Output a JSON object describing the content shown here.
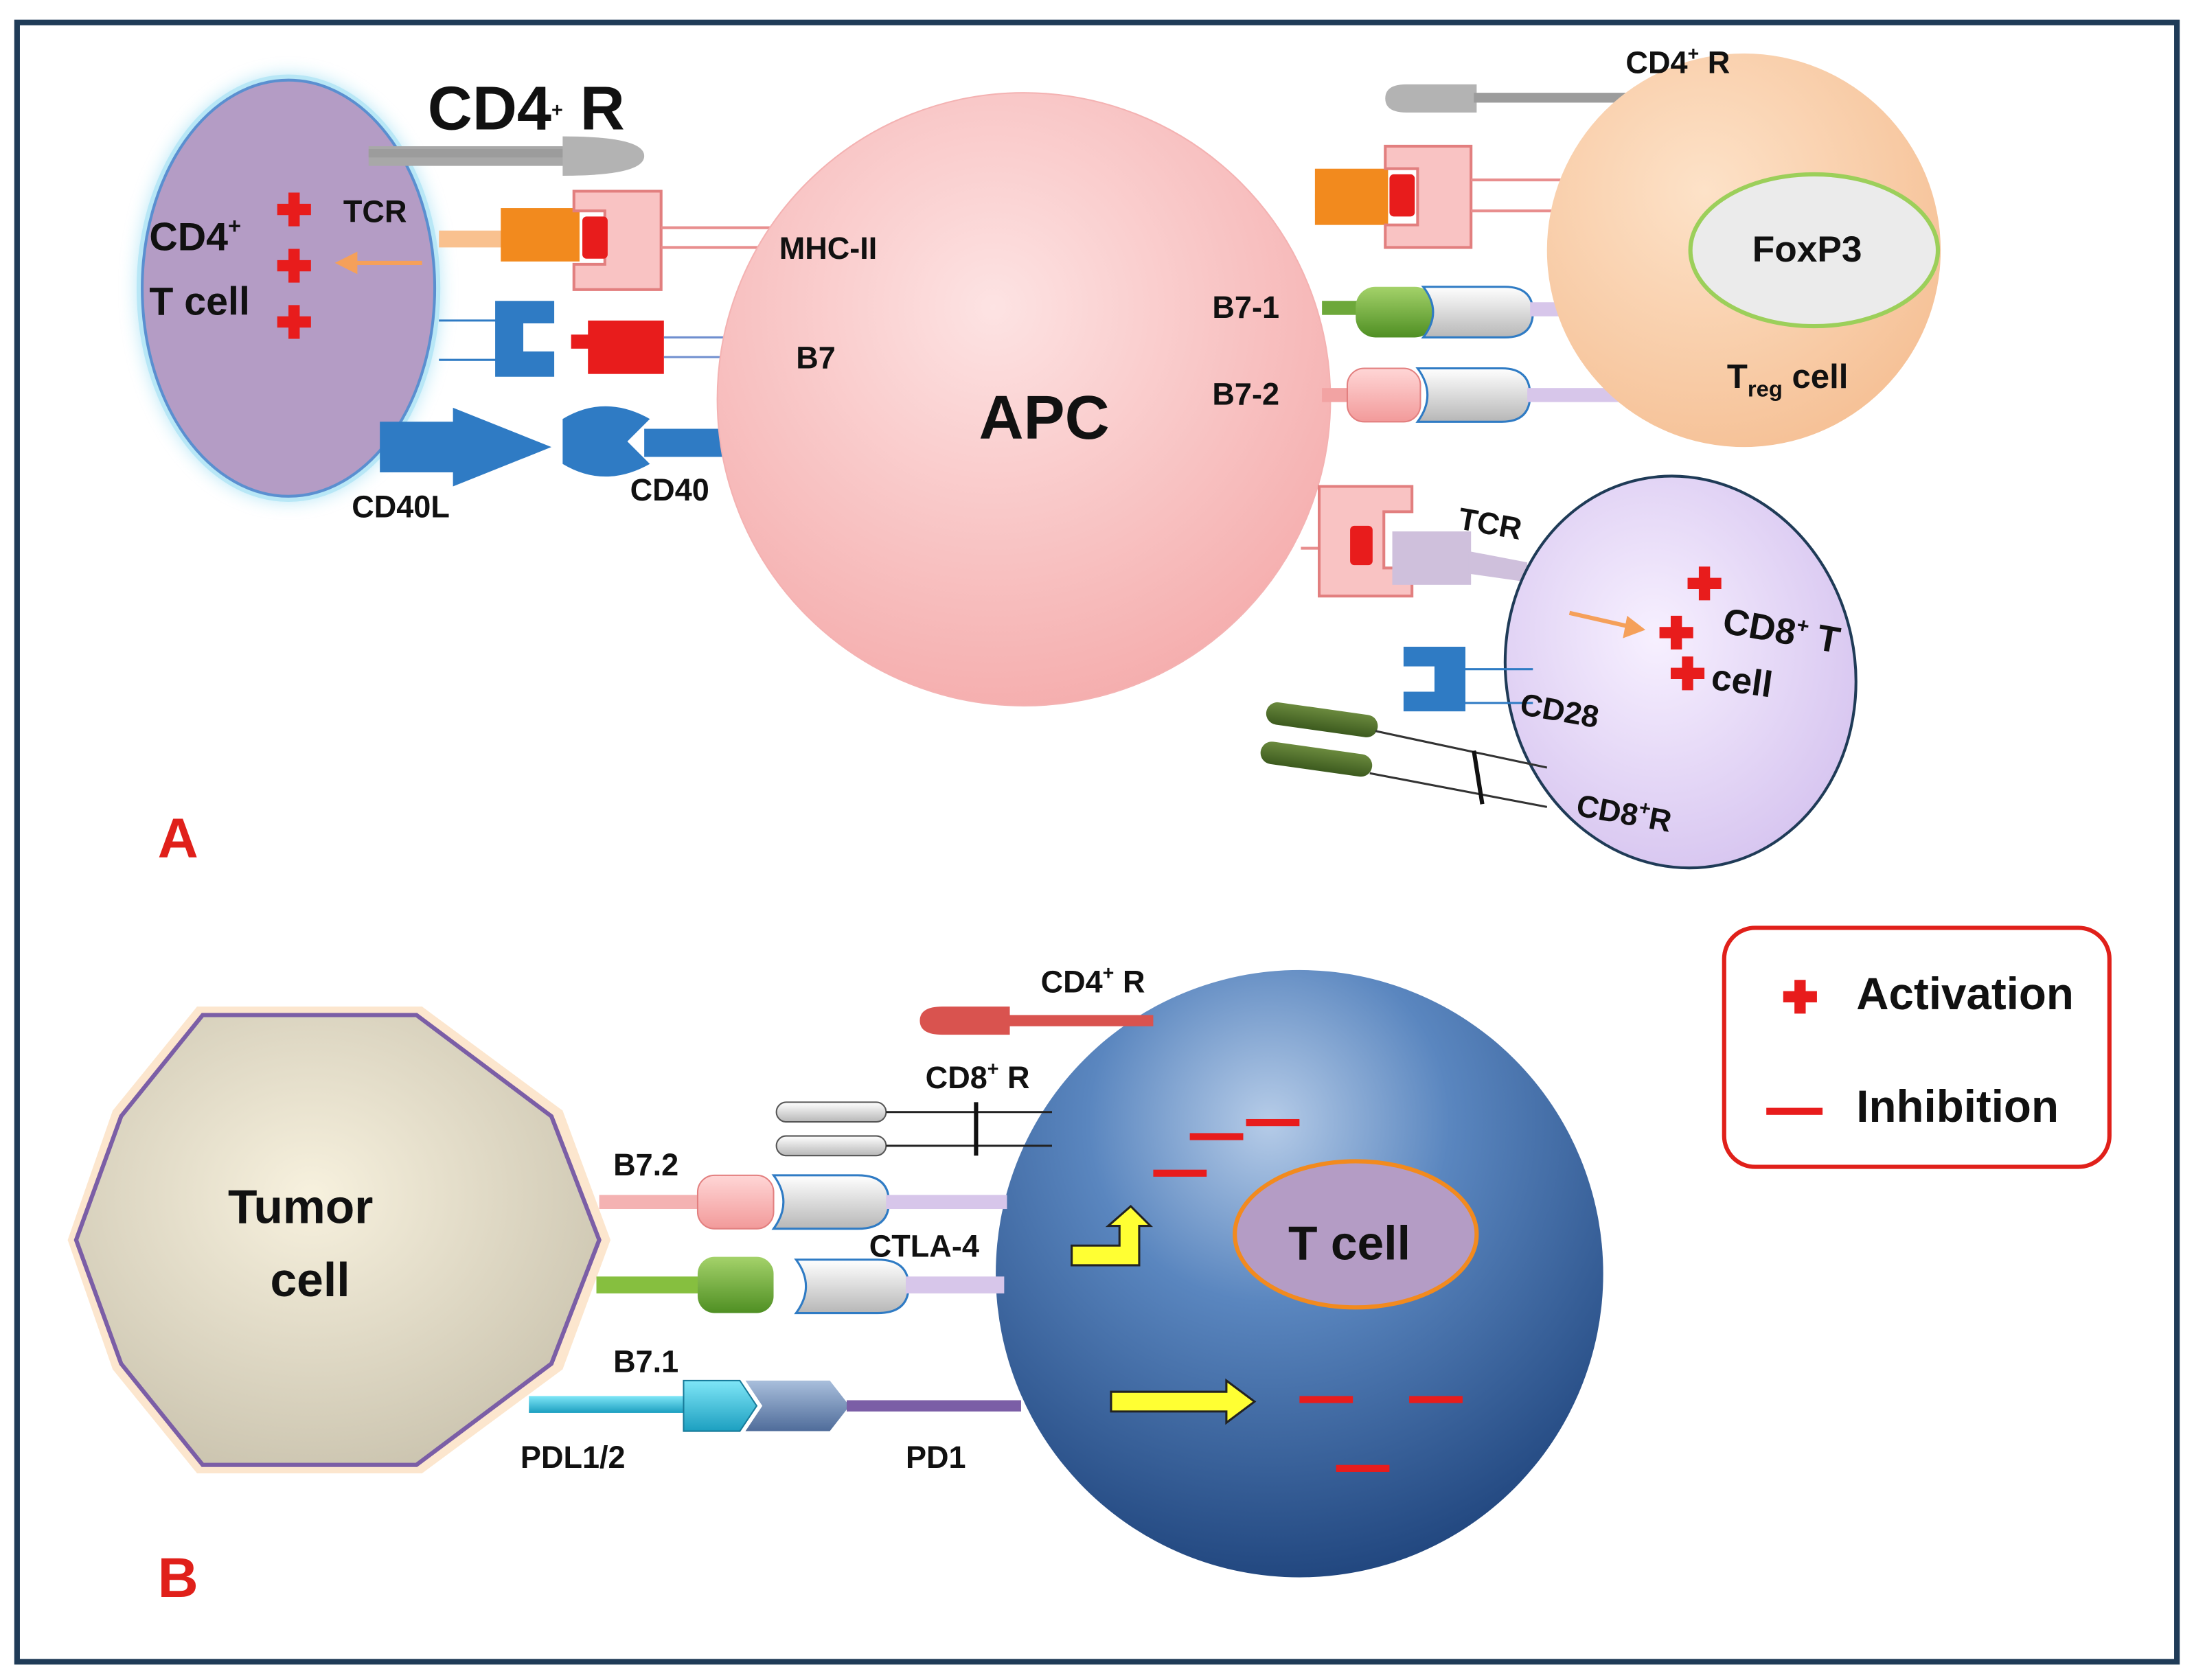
{
  "panel_a": {
    "letter": "A",
    "cd4_cell": {
      "line1": "CD4",
      "sup": "+",
      "line2": "T cell"
    },
    "cd4_receptor_left": {
      "text": "CD4",
      "sup": "+",
      "suffix": " R"
    },
    "tcr_left": "TCR",
    "cd40l": "CD40L",
    "cd40": "CD40",
    "apc": "APC",
    "mhc_ii": "MHC-II",
    "b7": "B7",
    "b7_1": "B7-1",
    "b7_2": "B7-2",
    "cd4_receptor_right": {
      "text": "CD4",
      "sup": "+",
      "suffix": " R"
    },
    "foxp3": "FoxP3",
    "treg": {
      "main": "T",
      "sub": "reg",
      "suffix": " cell"
    },
    "tcr_right": "TCR",
    "cd8_cell": {
      "line1": "CD8",
      "sup": "+",
      "line1_suffix": " T",
      "line2": "cell"
    },
    "cd28": "CD28",
    "cd8_receptor": {
      "text": "CD8",
      "sup": "+",
      "suffix": "R"
    }
  },
  "panel_b": {
    "letter": "B",
    "tumor_cell": {
      "line1": "Tumor",
      "line2": "cell"
    },
    "b7_2": "B7.2",
    "b7_1": "B7.1",
    "pdl": "PDL1/2",
    "pd1": "PD1",
    "ctla4": "CTLA-4",
    "cd4_receptor": {
      "text": "CD4",
      "sup": "+",
      "suffix": " R"
    },
    "cd8_receptor": {
      "text": "CD8",
      "sup": "+",
      "suffix": " R"
    },
    "t_cell": "T cell"
  },
  "legend": {
    "activation": "Activation",
    "inhibition": "Inhibition"
  },
  "colors": {
    "frame": "#1f3b57",
    "activation_red": "#e81c1c",
    "panel_letter": "#e0201a",
    "cd4_cell": "#b49cc5",
    "apc": "#f9c4c4",
    "treg": "#f7cba6",
    "cd8_cell": "#e3d6f2",
    "tumor": "#d8d2be",
    "t_cell_blue": "#27528f",
    "receptor_blue": "#2f7bc4",
    "arrow_orange": "#f5a05a",
    "arrow_yellow": "#ffff33"
  }
}
